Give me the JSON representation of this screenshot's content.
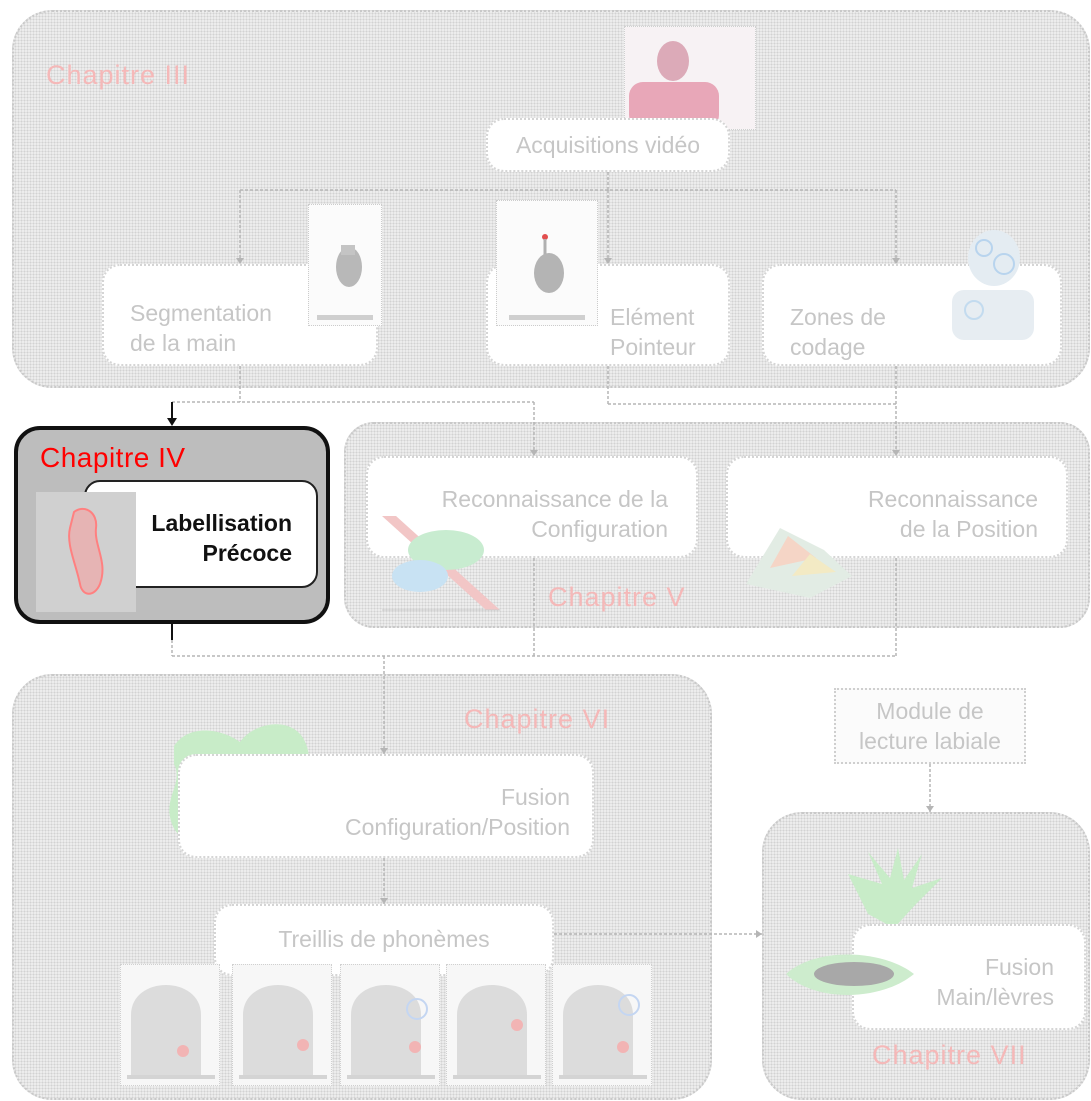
{
  "chapter3": {
    "label": "Chapitre III",
    "acquisition": "Acquisitions vidéo",
    "segmentation": [
      "Segmentation",
      "de la main"
    ],
    "pointer": [
      "Elément",
      "Pointeur"
    ],
    "zones": [
      "Zones de",
      "codage"
    ]
  },
  "chapter4": {
    "label": "Chapitre IV",
    "box": [
      "Labellisation",
      "Précoce"
    ]
  },
  "chapter5": {
    "label": "Chapitre V",
    "configuration": [
      "Reconnaissance de la",
      "Configuration"
    ],
    "position": [
      "Reconnaissance",
      "de la Position"
    ]
  },
  "chapter6": {
    "label": "Chapitre VI",
    "fusion": [
      "Fusion",
      "Configuration/Position"
    ],
    "lattice": "Treillis de phonèmes"
  },
  "lipreading": [
    "Module de",
    "lecture labiale"
  ],
  "chapter7": {
    "label": "Chapitre VII",
    "fusion": [
      "Fusion",
      "Main/lèvres"
    ]
  },
  "colors": {
    "accent_red": "#ff0000",
    "faded_red": "#f5b8b8",
    "faded_text": "#c6c6c6",
    "active_panel": "#c0c0c0"
  }
}
